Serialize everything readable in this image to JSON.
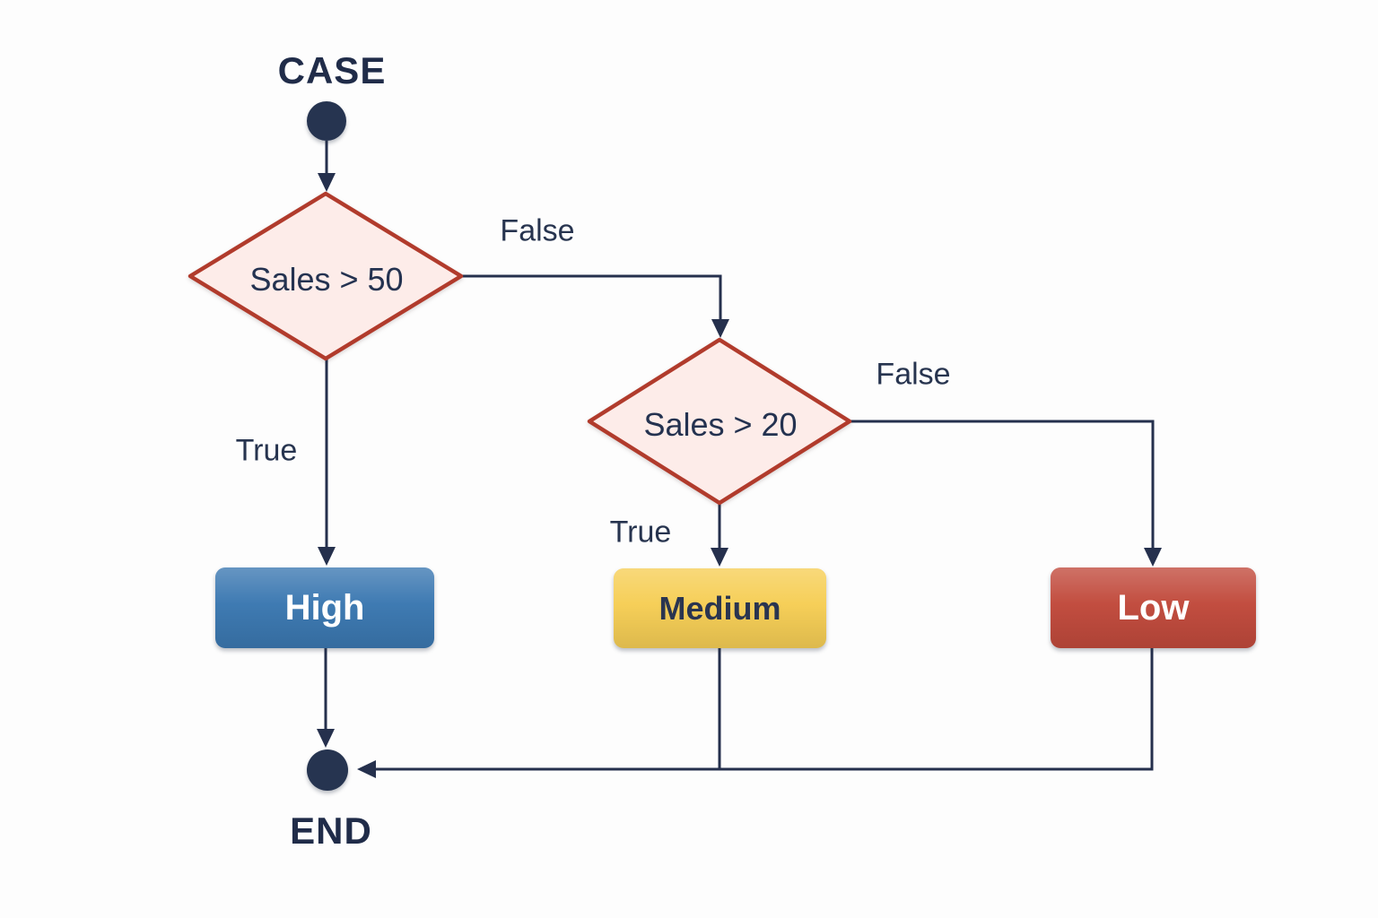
{
  "flowchart": {
    "start_label": "CASE",
    "end_label": "END",
    "decision1": {
      "label": "Sales > 50",
      "true_label": "True",
      "false_label": "False"
    },
    "decision2": {
      "label": "Sales > 20",
      "true_label": "True",
      "false_label": "False"
    },
    "outcomes": {
      "high": {
        "label": "High",
        "color": "#3b78b1"
      },
      "medium": {
        "label": "Medium",
        "color": "#f6ce55"
      },
      "low": {
        "label": "Low",
        "color": "#c14a3c"
      }
    },
    "colors": {
      "line": "#25304d",
      "terminal_fill": "#263450",
      "text": "#243250",
      "diamond_fill": "#fdece9",
      "diamond_border": "#b13b2c",
      "background": "#fdfdfd"
    }
  }
}
